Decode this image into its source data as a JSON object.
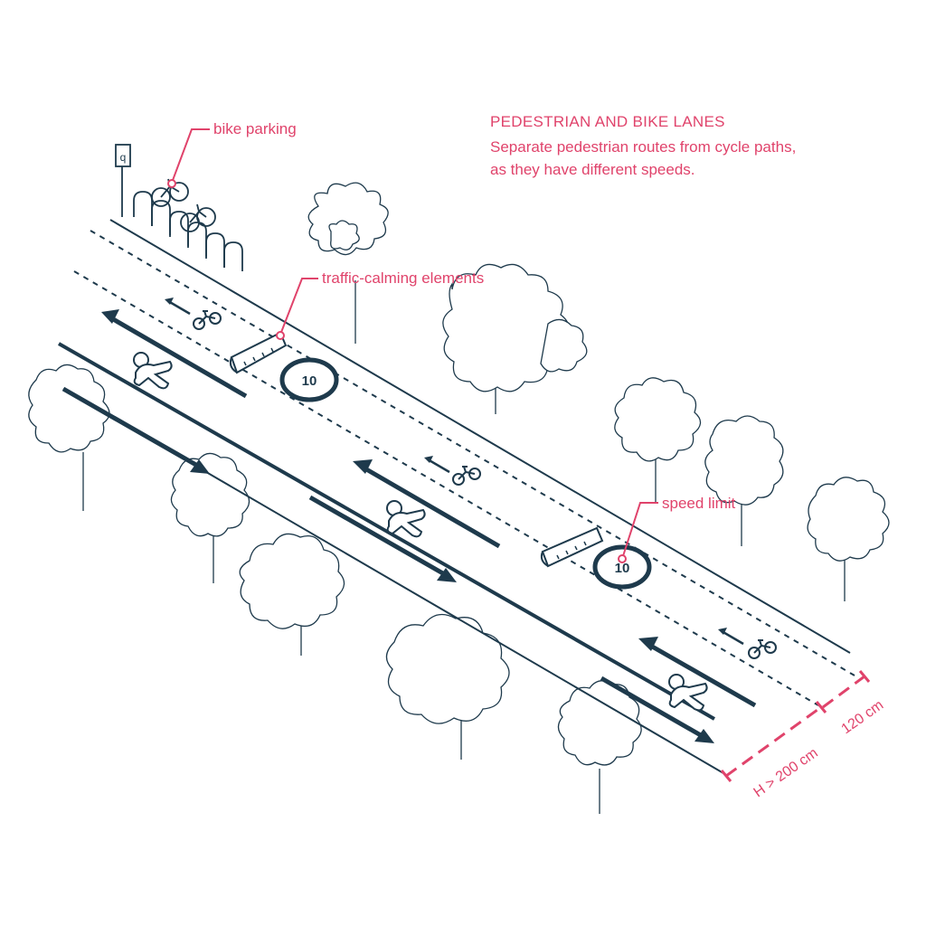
{
  "heading": {
    "title": "PEDESTRIAN AND BIKE LANES",
    "line1": "Separate pedestrian routes from cycle paths,",
    "line2": "as they have different speeds."
  },
  "callouts": {
    "bike_parking": "bike parking",
    "traffic_calming": "traffic-calming elements",
    "speed_limit": "speed limit"
  },
  "speed_sign_value": "10",
  "parking_sign_label": "q",
  "dimensions": {
    "pedestrian_width": "H > 200 cm",
    "bike_width": "120 cm"
  },
  "colors": {
    "accent": "#e0436b",
    "line": "#1e3a4c"
  }
}
